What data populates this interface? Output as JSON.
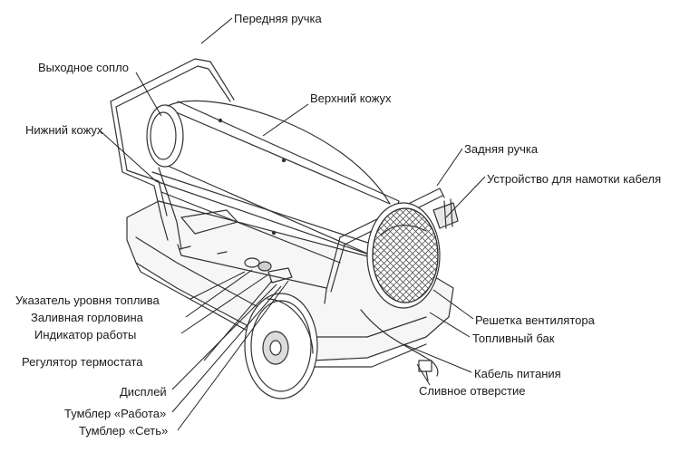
{
  "labels": {
    "front_handle": "Передняя ручка",
    "outlet_nozzle": "Выходное сопло",
    "upper_casing": "Верхний кожух",
    "lower_casing": "Нижний кожух",
    "rear_handle": "Задняя ручка",
    "cable_winder": "Устройство для намотки кабеля",
    "fuel_gauge": "Указатель уровня топлива",
    "filler_neck": "Заливная горловина",
    "operation_indicator": "Индикатор работы",
    "thermostat_regulator": "Регулятор термостата",
    "display": "Дисплей",
    "work_switch": "Тумблер «Работа»",
    "mains_switch": "Тумблер «Сеть»",
    "fan_grille": "Решетка вентилятора",
    "fuel_tank": "Топливный бак",
    "power_cable": "Кабель питания",
    "drain_hole": "Сливное отверстие"
  }
}
